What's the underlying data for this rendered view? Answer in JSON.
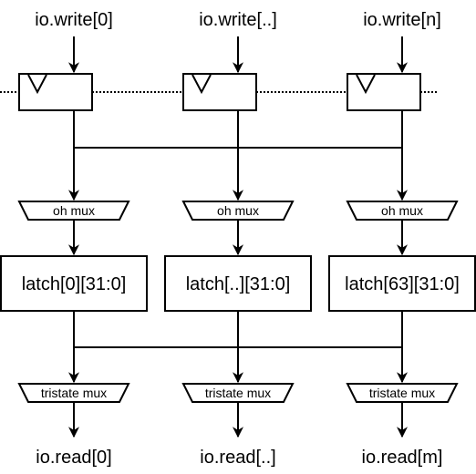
{
  "inputs": [
    "io.write[0]",
    "io.write[..]",
    "io.write[n]"
  ],
  "mux_label": "oh mux",
  "latches": [
    "latch[0][31:0]",
    "latch[..][31:0]",
    "latch[63][31:0]"
  ],
  "tristate_label": "tristate mux",
  "outputs": [
    "io.read[0]",
    "io.read[..]",
    "io.read[m]"
  ]
}
